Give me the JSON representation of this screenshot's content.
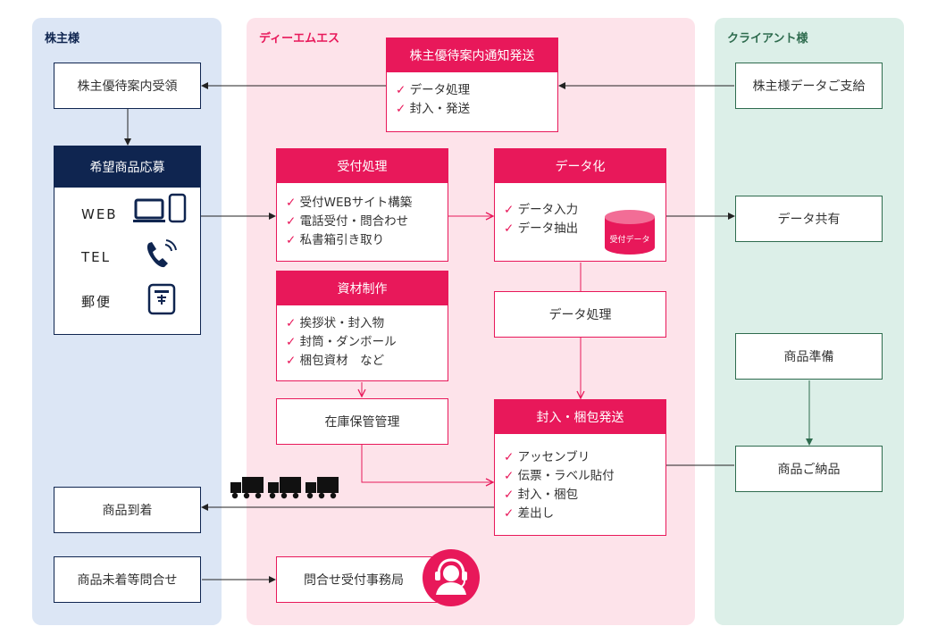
{
  "lanes": {
    "shareholder": "株主様",
    "dms": "ディーエムエス",
    "client": "クライアント様"
  },
  "shareholder": {
    "receive": "株主優待案内受領",
    "apply": {
      "title": "希望商品応募",
      "channels": [
        "WEB",
        "TEL",
        "郵便"
      ]
    },
    "arrival": "商品到着",
    "inquiry": "商品未着等問合せ"
  },
  "dms": {
    "notice": {
      "title": "株主優待案内通知発送",
      "items": [
        "データ処理",
        "封入・発送"
      ]
    },
    "reception": {
      "title": "受付処理",
      "items": [
        "受付WEBサイト構築",
        "電話受付・問合わせ",
        "私書箱引き取り"
      ]
    },
    "datafy": {
      "title": "データ化",
      "items": [
        "データ入力",
        "データ抽出"
      ],
      "db_label": "受付データ"
    },
    "materials": {
      "title": "資材制作",
      "items": [
        "挨拶状・封入物",
        "封筒・ダンボール",
        "梱包資材　など"
      ]
    },
    "data_processing": "データ処理",
    "inventory": "在庫保管管理",
    "shipping": {
      "title": "封入・梱包発送",
      "items": [
        "アッセンブリ",
        "伝票・ラベル貼付",
        "封入・梱包",
        "差出し"
      ]
    },
    "helpdesk": "問合せ受付事務局"
  },
  "client": {
    "provide": "株主様データご支給",
    "share": "データ共有",
    "prepare": "商品準備",
    "deliver": "商品ご納品"
  },
  "colors": {
    "shareholder_lane": "#dce6f5",
    "dms_lane": "#fde3ea",
    "client_lane": "#dcefe8",
    "accent": "#e8185a",
    "navy": "#0f2550",
    "green": "#2e6b4e"
  }
}
